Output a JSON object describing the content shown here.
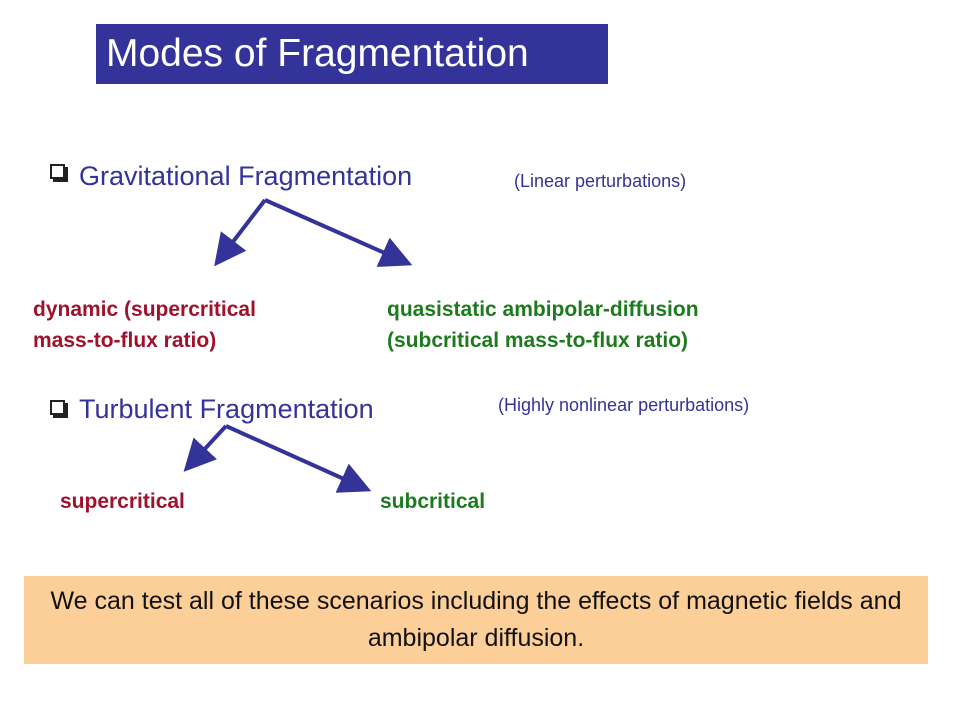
{
  "title": "Modes of Fragmentation",
  "gravitational": {
    "heading": "Gravitational Fragmentation",
    "note": "(Linear perturbations)",
    "left_line1": "dynamic (supercritical",
    "left_line2": "mass-to-flux ratio)",
    "right_line1": "quasistatic ambipolar-diffusion",
    "right_line2": "(subcritical mass-to-flux ratio)"
  },
  "turbulent": {
    "heading": "Turbulent Fragmentation",
    "note": "(Highly nonlinear perturbations)",
    "left": "supercritical",
    "right": "subcritical"
  },
  "summary": "We can test all of these scenarios including the effects of magnetic fields and ambipolar diffusion.",
  "colors": {
    "title_bg": "#333399",
    "heading": "#333399",
    "supercritical": "#a0112b",
    "subcritical": "#1e7a1e",
    "arrow": "#333399",
    "summary_bg": "#fccf99"
  }
}
